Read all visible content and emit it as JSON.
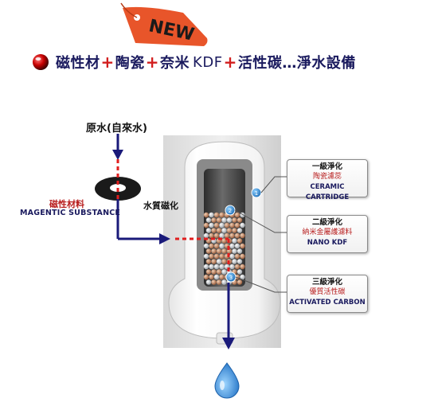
{
  "tag": {
    "text": "NEW"
  },
  "headline": {
    "parts": [
      "磁性材",
      "陶瓷",
      "奈米",
      "KDF",
      "活性碳",
      "…淨水設備"
    ],
    "separator": "+"
  },
  "left": {
    "raw_water": "原水(自來水)",
    "magnetic_cn": "磁性材料",
    "magnetic_en": "MAGENTIC  SUBSTANCE",
    "water_magnetization": "水質磁化"
  },
  "stages": [
    {
      "number": "1",
      "title": "一級淨化",
      "name_cn": "陶瓷濾蕊",
      "name_en": "CERAMIC CARTRIDGE"
    },
    {
      "number": "2",
      "title": "二級淨化",
      "name_cn": "納米金屬護濾料",
      "name_en": "NANO KDF"
    },
    {
      "number": "3",
      "title": "三級淨化",
      "name_cn": "優質活性碳",
      "name_en": "ACTIVATED CARBON"
    }
  ],
  "colors": {
    "arrow": "#1a1a7a",
    "flow_dash": "#e01e1e",
    "tag": "#e8552a",
    "headline": "#1a1a5e",
    "water_drop": "#2f8fe0"
  }
}
